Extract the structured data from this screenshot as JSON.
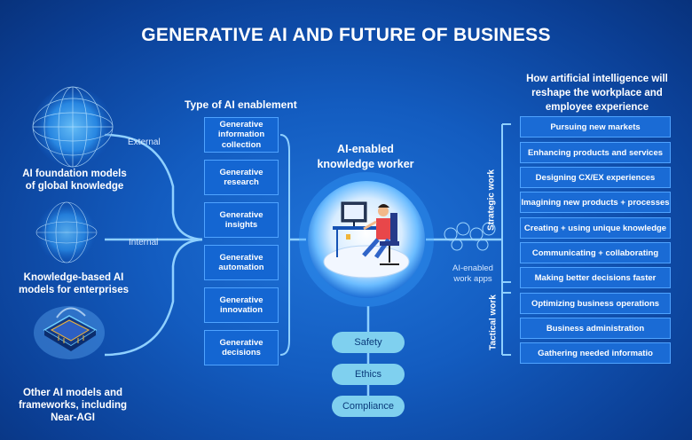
{
  "title": "GENERATIVE AI AND FUTURE OF BUSINESS",
  "left_items": [
    "AI foundation models of global knowledge",
    "Knowledge-based AI models for enterprises",
    "Other AI models and frameworks, including Near-AGI"
  ],
  "connector_labels": {
    "external": "External",
    "internal": "Internal"
  },
  "enablement": {
    "heading": "Type of AI enablement",
    "items": [
      "Generative information collection",
      "Generative research",
      "Generative insights",
      "Generative automation",
      "Generative innovation",
      "Generative decisions"
    ]
  },
  "center": {
    "title": "AI-enabled knowledge worker",
    "apps_label": "AI-enabled work apps"
  },
  "pills": [
    "Safety",
    "Ethics",
    "Compliance"
  ],
  "right": {
    "heading": "How artificial intelligence will reshape the workplace and employee experience",
    "strategic_label": "Strategic work",
    "tactical_label": "Tactical work",
    "strategic_items": [
      "Pursuing new markets",
      "Enhancing products and services",
      "Designing CX/EX experiences",
      "Imagining new products + processes",
      "Creating + using unique knowledge",
      "Communicating + collaborating",
      "Making better decisions faster"
    ],
    "tactical_items": [
      "Optimizing business operations",
      "Business administration",
      "Gathering needed informatio"
    ]
  },
  "icons": [
    "globe-icon",
    "network-sphere-icon",
    "brain-chip-icon",
    "knowledge-worker-illustration"
  ]
}
